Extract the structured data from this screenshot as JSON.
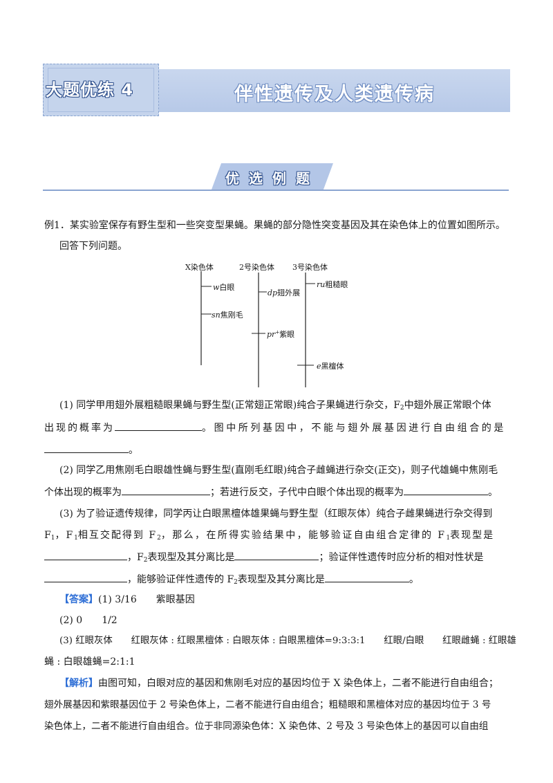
{
  "banner": {
    "left": "大题优练 4",
    "right": "伴性遗传及人类遗传病"
  },
  "section": {
    "title": "优选例题"
  },
  "example": {
    "line1": "例1．某实验室保存有野生型和一些突变型果蝇。果蝇的部分隐性突变基因及其在染色体上的位置如图所示。",
    "line2": "回答下列问题。"
  },
  "diagram": {
    "headers": [
      "X染色体",
      "2号染色体",
      "3号染色体"
    ],
    "genes": [
      {
        "symbol": "w",
        "name": "白眼"
      },
      {
        "symbol": "sn",
        "name": "焦刚毛"
      },
      {
        "symbol": "dp",
        "name": "翅外展"
      },
      {
        "symbol": "pr",
        "name": "紫眼"
      },
      {
        "symbol": "ru",
        "name": "粗糙眼"
      },
      {
        "symbol": "e",
        "name": "黑檀体"
      }
    ]
  },
  "q1": {
    "a": "(1) 同学甲用翅外展粗糙眼果蝇与野生型(正常翅正常眼)纯合子果蝇进行杂交，F",
    "a2": "中翅外展正常眼个体",
    "b1": "出现的概率为",
    "b2": "。图中所列基因中，不能与翅外展基因进行自由组合的是",
    "c": "。"
  },
  "q2": {
    "a": "(2) 同学乙用焦刚毛白眼雄性蝇与野生型(直刚毛红眼)纯合子雌蝇进行杂交(正交)，则子代雄蝇中焦刚毛",
    "b1": "个体出现的概率为",
    "b2": "；若进行反交，子代中白眼个体出现的概率为",
    "b3": "。"
  },
  "q3": {
    "a": "(3) 为了验证遗传规律，同学丙让白眼黑檀体雄果蝇与野生型（红眼灰体）纯合子雌果蝇进行杂交得到",
    "b1": "F",
    "b2": "，F",
    "b3": "相互交配得到 F",
    "b4": "，那么，在所得实验结果中，能够验证自由组合定律的 F",
    "b5": "表现型是",
    "c1": "，F",
    "c2": "表现型及其分离比是",
    "c3": "；验证伴性遗传时应分析的相对性状是",
    "d1": "，能够验证伴性遗传的 F",
    "d2": "表现型及其分离比是",
    "d3": "。"
  },
  "subs": {
    "one": "1",
    "two": "2"
  },
  "answer": {
    "label": "【答案】",
    "l1": "(1) 3/16　　紫眼基因",
    "l2": "(2) 0　　1/2",
    "l3": "(3) 红眼灰体　　红眼灰体 : 红眼黑檀体 : 白眼灰体 : 白眼黑檀体=9:3:3:1　　红眼/白眼　　红眼雌蝇 : 红眼雄",
    "l4": "蝇 : 白眼雄蝇=2:1:1"
  },
  "analysis": {
    "label": "【解析】",
    "l1": "由图可知，白眼对应的基因和焦刚毛对应的基因均位于 X 染色体上，二者不能进行自由组合；",
    "l2": "翅外展基因和紫眼基因位于 2 号染色体上，二者不能进行自由组合；粗糙眼和黑檀体对应的基因均位于 3 号",
    "l3": "染色体上，二者不能进行自由组合。位于非同源染色体：X 染色体、2 号及 3 号染色体上的基因可以自由组"
  }
}
